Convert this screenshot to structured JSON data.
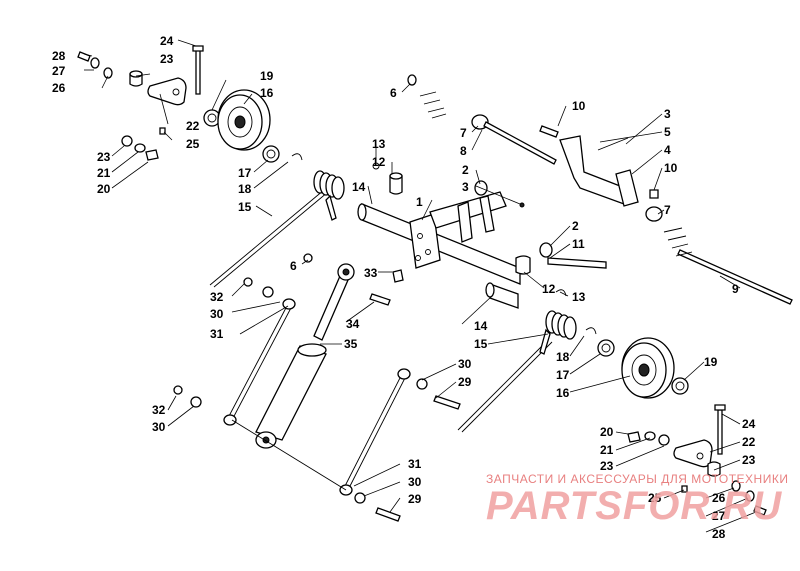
{
  "callouts": [
    {
      "id": "c28a",
      "text": "28"
    },
    {
      "id": "c27a",
      "text": "27"
    },
    {
      "id": "c26a",
      "text": "26"
    },
    {
      "id": "c24a",
      "text": "24"
    },
    {
      "id": "c23a",
      "text": "23"
    },
    {
      "id": "c19a",
      "text": "19"
    },
    {
      "id": "c16a",
      "text": "16"
    },
    {
      "id": "c22a",
      "text": "22"
    },
    {
      "id": "c25a",
      "text": "25"
    },
    {
      "id": "c23b",
      "text": "23"
    },
    {
      "id": "c21a",
      "text": "21"
    },
    {
      "id": "c20a",
      "text": "20"
    },
    {
      "id": "c17a",
      "text": "17"
    },
    {
      "id": "c18a",
      "text": "18"
    },
    {
      "id": "c15a",
      "text": "15"
    },
    {
      "id": "c6a",
      "text": "6"
    },
    {
      "id": "c7a",
      "text": "7"
    },
    {
      "id": "c8",
      "text": "8"
    },
    {
      "id": "c10a",
      "text": "10"
    },
    {
      "id": "c3a",
      "text": "3"
    },
    {
      "id": "c5",
      "text": "5"
    },
    {
      "id": "c4",
      "text": "4"
    },
    {
      "id": "c10b",
      "text": "10"
    },
    {
      "id": "c7b",
      "text": "7"
    },
    {
      "id": "c13a",
      "text": "13"
    },
    {
      "id": "c12a",
      "text": "12"
    },
    {
      "id": "c14a",
      "text": "14"
    },
    {
      "id": "c1",
      "text": "1"
    },
    {
      "id": "c2a",
      "text": "2"
    },
    {
      "id": "c3b",
      "text": "3"
    },
    {
      "id": "c2b",
      "text": "2"
    },
    {
      "id": "c11",
      "text": "11"
    },
    {
      "id": "c9",
      "text": "9"
    },
    {
      "id": "c6b",
      "text": "6"
    },
    {
      "id": "c33",
      "text": "33"
    },
    {
      "id": "c12b",
      "text": "12"
    },
    {
      "id": "c13b",
      "text": "13"
    },
    {
      "id": "c32a",
      "text": "32"
    },
    {
      "id": "c30a",
      "text": "30"
    },
    {
      "id": "c31a",
      "text": "31"
    },
    {
      "id": "c34",
      "text": "34"
    },
    {
      "id": "c35",
      "text": "35"
    },
    {
      "id": "c14b",
      "text": "14"
    },
    {
      "id": "c15b",
      "text": "15"
    },
    {
      "id": "c18b",
      "text": "18"
    },
    {
      "id": "c17b",
      "text": "17"
    },
    {
      "id": "c16b",
      "text": "16"
    },
    {
      "id": "c19b",
      "text": "19"
    },
    {
      "id": "c30b",
      "text": "30"
    },
    {
      "id": "c29a",
      "text": "29"
    },
    {
      "id": "c32b",
      "text": "32"
    },
    {
      "id": "c30c",
      "text": "30"
    },
    {
      "id": "c20b",
      "text": "20"
    },
    {
      "id": "c21b",
      "text": "21"
    },
    {
      "id": "c24b",
      "text": "24"
    },
    {
      "id": "c22b",
      "text": "22"
    },
    {
      "id": "c23c",
      "text": "23"
    },
    {
      "id": "c31b",
      "text": "31"
    },
    {
      "id": "c23d",
      "text": "23"
    },
    {
      "id": "c25b",
      "text": "25"
    },
    {
      "id": "c26b",
      "text": "26"
    },
    {
      "id": "c27b",
      "text": "27"
    },
    {
      "id": "c28b",
      "text": "28"
    },
    {
      "id": "c30d",
      "text": "30"
    },
    {
      "id": "c29b",
      "text": "29"
    }
  ],
  "watermark": {
    "line1": "ЗАПЧАСТИ И АКСЕССУАРЫ ДЛЯ МОТОТЕХНИКИ",
    "line2": "PARTSFOR.RU"
  }
}
